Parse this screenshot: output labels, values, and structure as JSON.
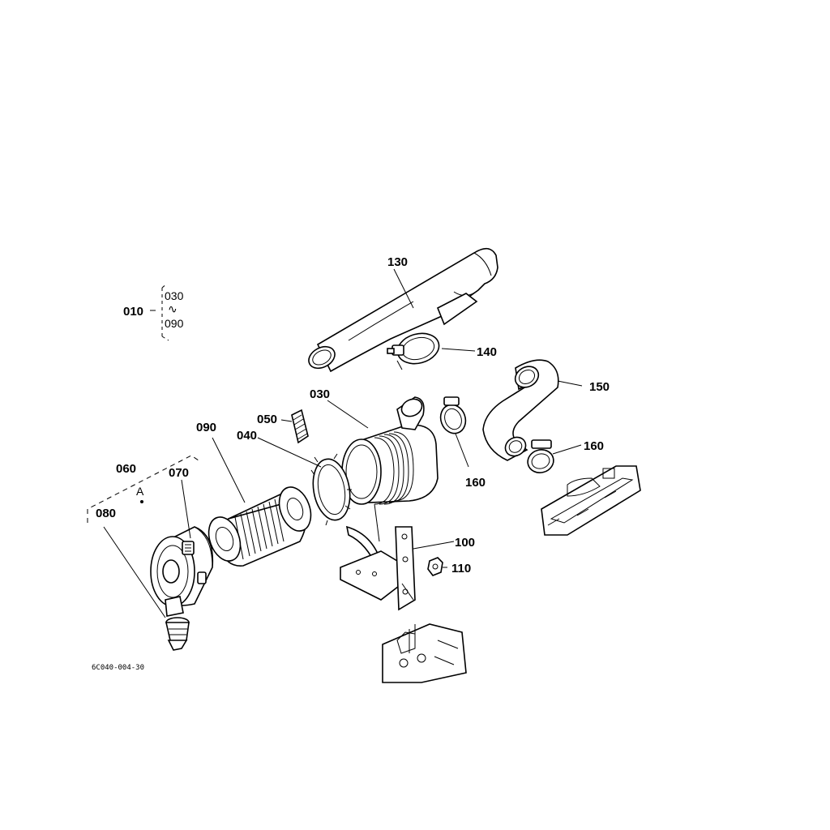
{
  "diagram": {
    "labels": {
      "p010": "010",
      "range_top": "030",
      "range_sep": "∿",
      "range_bottom": "090",
      "p130": "130",
      "p140": "140",
      "p150": "150",
      "p160a": "160",
      "p160b": "160",
      "p030": "030",
      "p050": "050",
      "p040": "040",
      "p090": "090",
      "p060": "060",
      "p070": "070",
      "p080": "080",
      "pA": "A",
      "p100": "100",
      "p110": "110"
    },
    "drawing_code": "6C040-004-30"
  }
}
